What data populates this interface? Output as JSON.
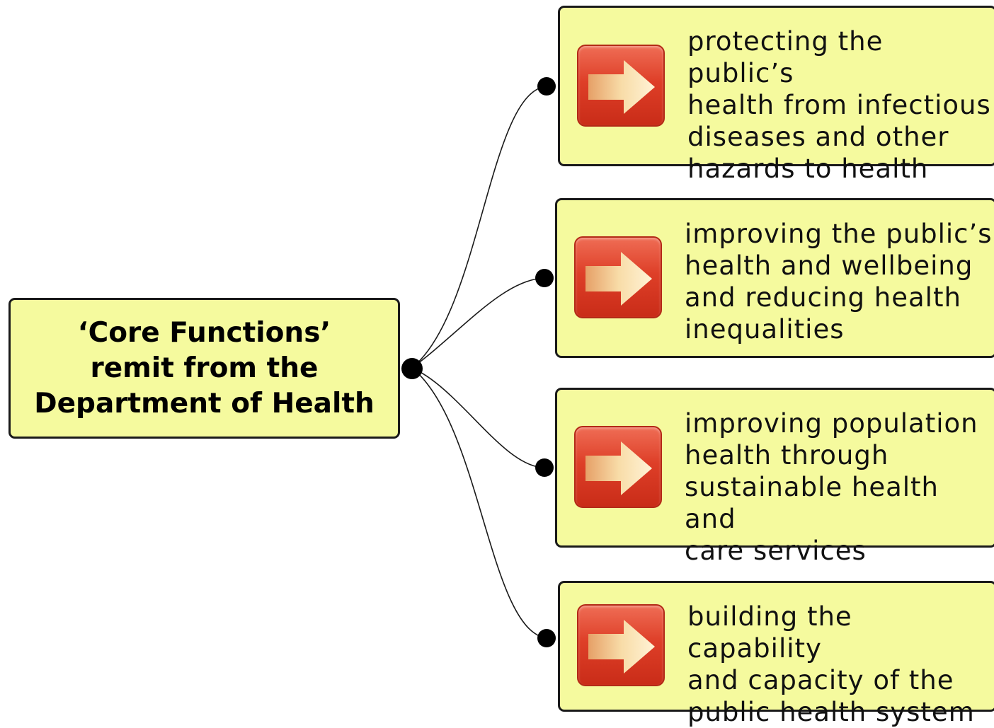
{
  "diagram": {
    "root": {
      "label": "‘Core Functions’\nremit from the\nDepartment of Health"
    },
    "branches": [
      {
        "label": "protecting the public’s\nhealth from infectious\ndiseases and other\nhazards to health",
        "icon": "arrow-right-icon"
      },
      {
        "label": "improving the public’s\nhealth and wellbeing\nand reducing health\ninequalities",
        "icon": "arrow-right-icon"
      },
      {
        "label": "improving population\nhealth through\nsustainable health and\ncare services",
        "icon": "arrow-right-icon"
      },
      {
        "label": "building the capability\nand capacity of the\npublic health system",
        "icon": "arrow-right-icon"
      }
    ],
    "colors": {
      "box_fill": "#f5fa9e",
      "box_border": "#1a1a1a",
      "icon_red": "#de3f28",
      "connector": "#1a1a1a"
    }
  }
}
